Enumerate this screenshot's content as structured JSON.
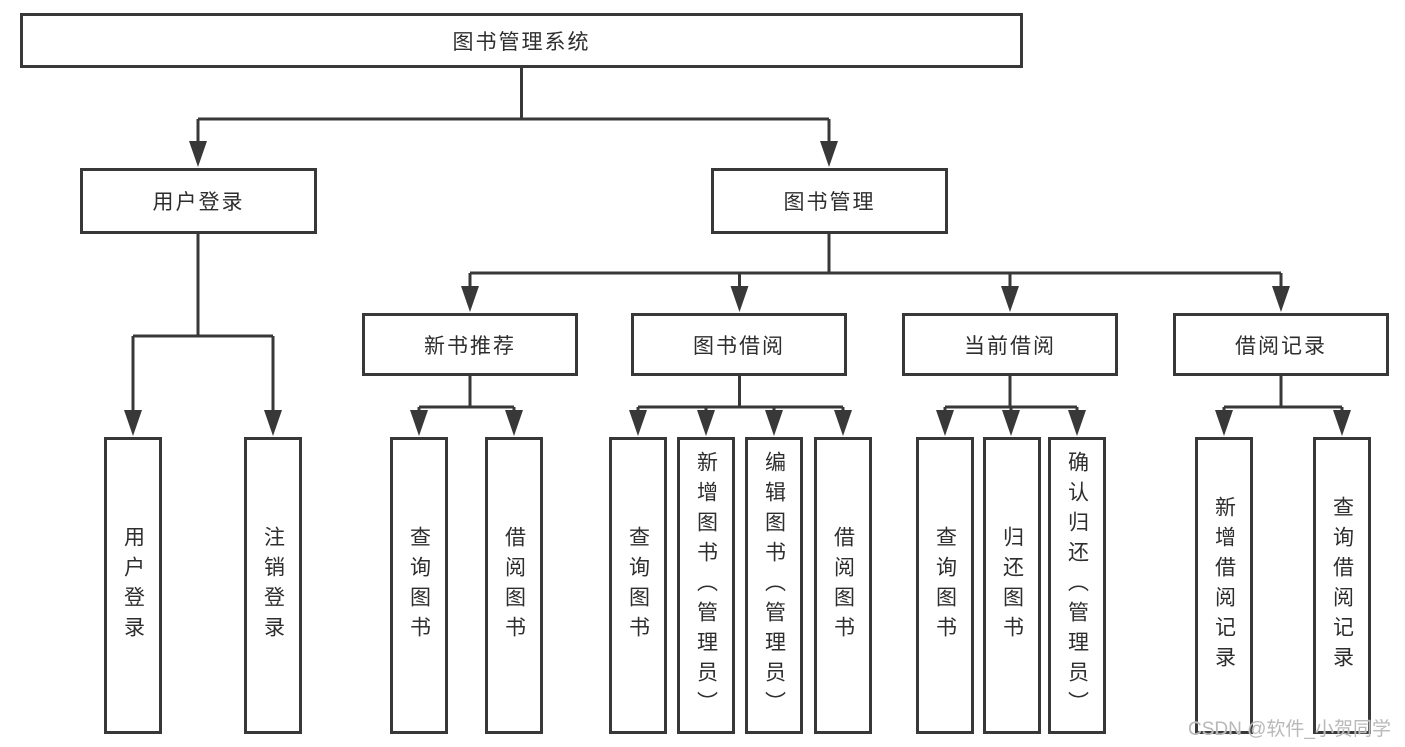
{
  "diagram": {
    "root_label": "图书管理系统",
    "user_login": {
      "label": "用户登录",
      "children": [
        "用户登录",
        "注销登录"
      ]
    },
    "book_mgmt": {
      "label": "图书管理",
      "groups": [
        {
          "label": "新书推荐",
          "children": [
            "查询图书",
            "借阅图书"
          ]
        },
        {
          "label": "图书借阅",
          "children": [
            "查询图书",
            "新增图书（管理员）",
            "编辑图书（管理员）",
            "借阅图书"
          ]
        },
        {
          "label": "当前借阅",
          "children": [
            "查询图书",
            "归还图书",
            "确认归还（管理员）"
          ]
        },
        {
          "label": "借阅记录",
          "children": [
            "新增借阅记录",
            "查询借阅记录"
          ]
        }
      ]
    }
  },
  "watermark": "CSDN @软件_小贺同学",
  "colors": {
    "line": "#383838",
    "text": "#2e2e2e",
    "watermark": "#b9b9b9",
    "background": "#ffffff"
  }
}
